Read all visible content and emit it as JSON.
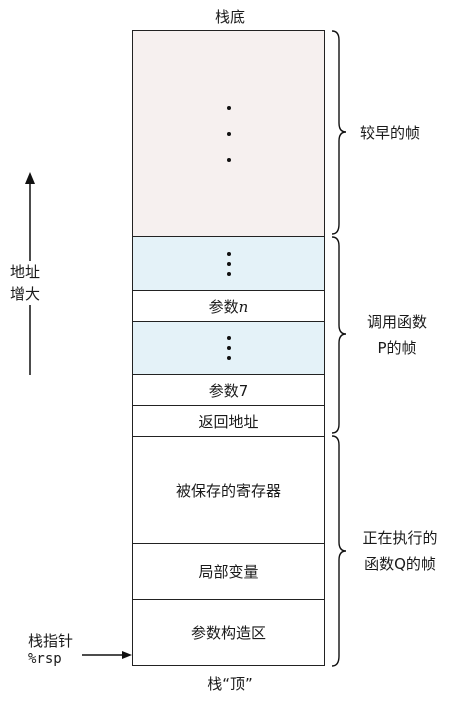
{
  "stack_bottom_label": "栈底",
  "stack_top_label": "栈“顶”",
  "address_label_line1": "地址",
  "address_label_line2": "增大",
  "stack_pointer_label": "栈指针",
  "stack_pointer_register": "%rsp",
  "cells": {
    "param_n": "参数",
    "param_n_var": "n",
    "param_7": "参数7",
    "return_address": "返回地址",
    "saved_registers": "被保存的寄存器",
    "local_variables": "局部变量",
    "argument_build_area": "参数构造区"
  },
  "brackets": {
    "earlier_frames": "较早的帧",
    "caller_frame_line1": "调用函数",
    "caller_frame_line2": "P的帧",
    "current_frame_line1": "正在执行的",
    "current_frame_line2": "函数Q的帧"
  }
}
